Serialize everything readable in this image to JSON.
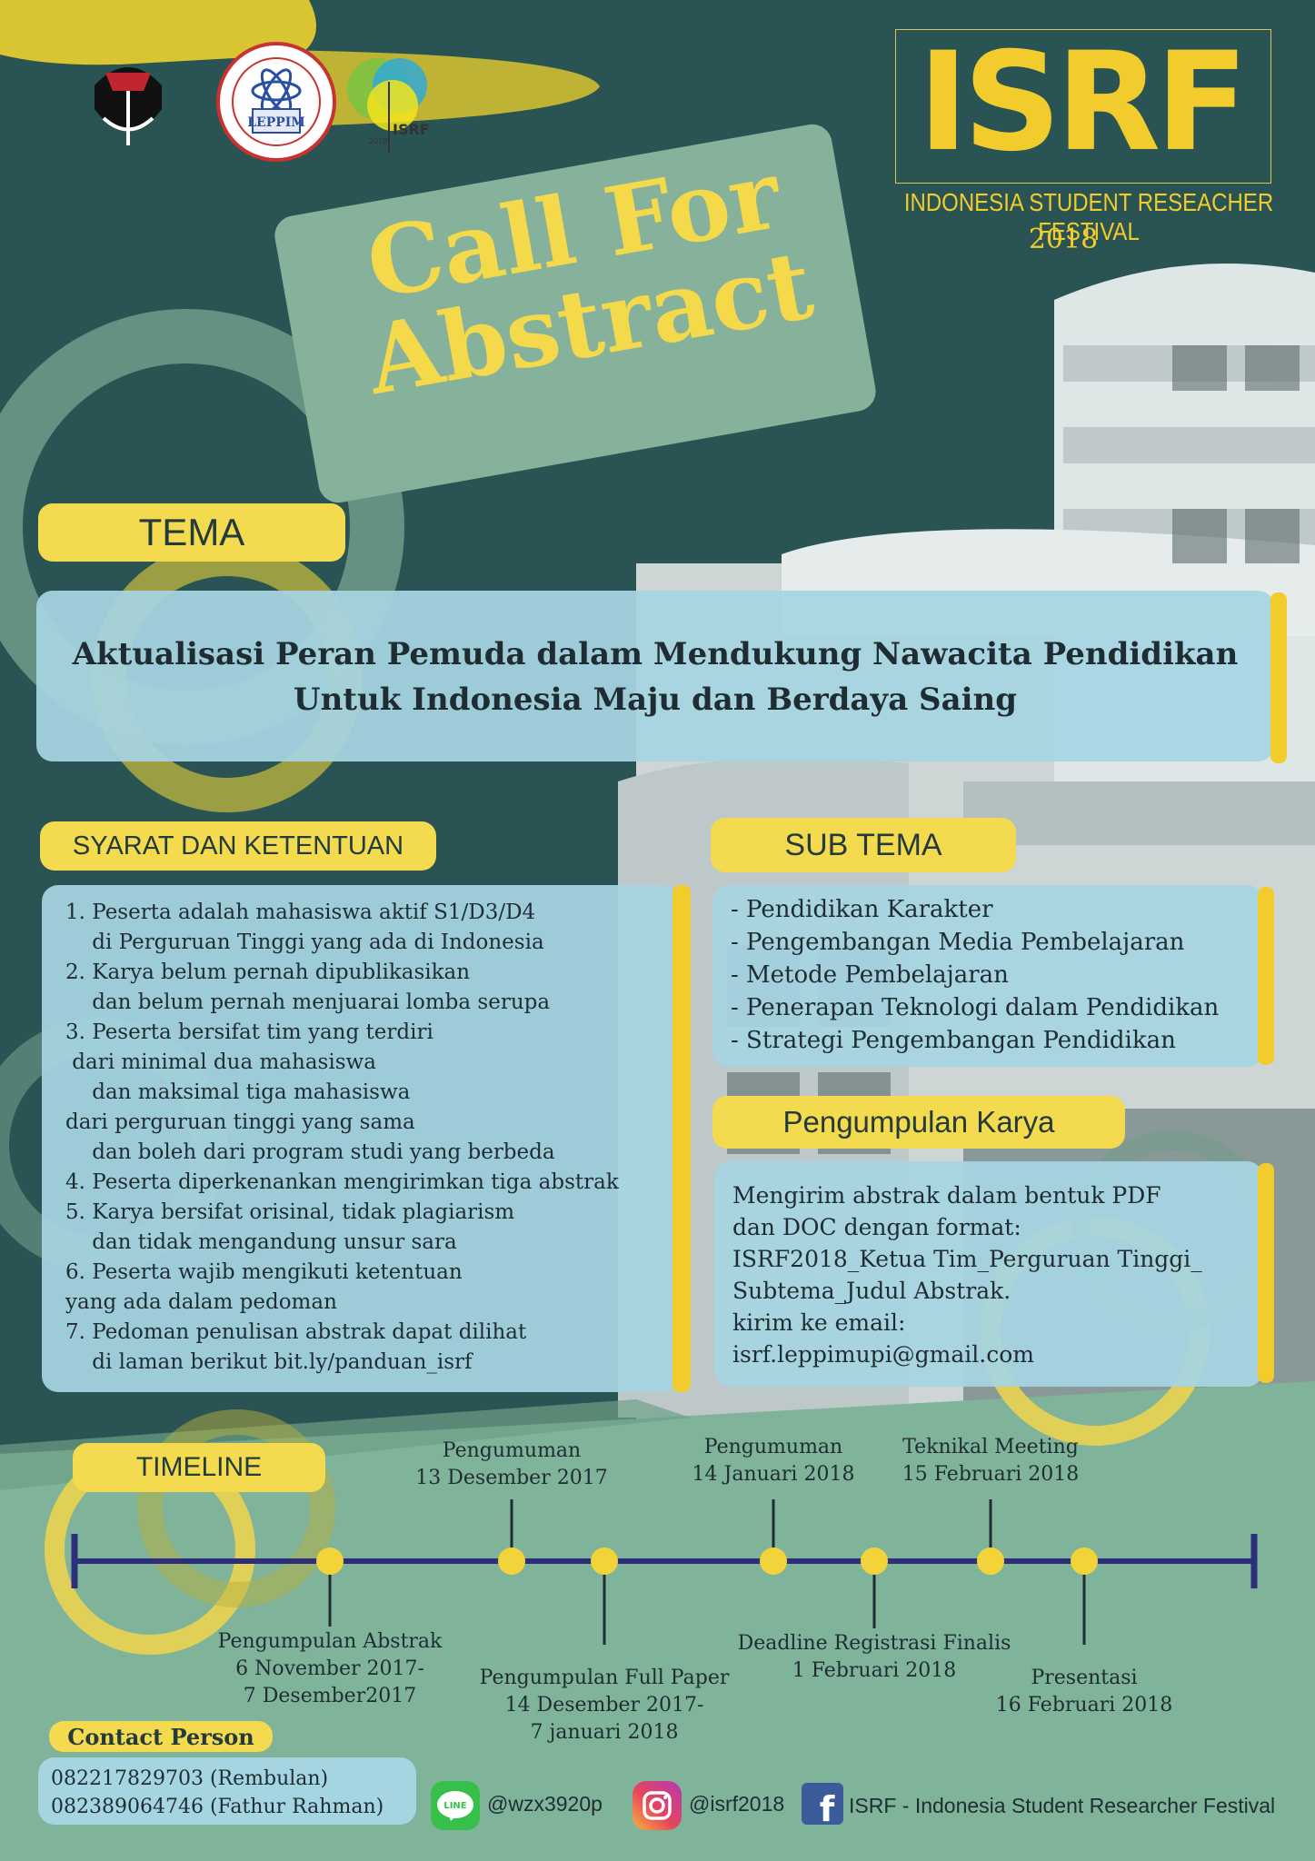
{
  "brand": {
    "letters": "ISRF",
    "subtitle": "INDONESIA STUDENT RESEACHER FESTIVAL",
    "year": "2018"
  },
  "logos": {
    "logo1": "university-logo",
    "logo2_text": "LEPPIM",
    "logo3_text": "ISRF",
    "logo3_year": "2018"
  },
  "call_for_abstract": {
    "line1": "Call For",
    "line2": "Abstract"
  },
  "tema": {
    "label": "TEMA",
    "line1": "Aktualisasi Peran Pemuda dalam Mendukung Nawacita Pendidikan",
    "line2": "Untuk Indonesia Maju dan Berdaya Saing"
  },
  "syarat": {
    "label": "SYARAT DAN KETENTUAN",
    "lines": [
      "1. Peserta adalah mahasiswa aktif S1/D3/D4",
      "    di Perguruan Tinggi yang ada di Indonesia",
      "2. Karya belum pernah dipublikasikan",
      "    dan belum pernah menjuarai lomba serupa",
      "3. Peserta bersifat tim yang terdiri",
      " dari minimal dua mahasiswa",
      "    dan maksimal tiga mahasiswa",
      "dari perguruan tinggi yang sama",
      "    dan boleh dari program studi yang berbeda",
      "4. Peserta diperkenankan mengirimkan tiga abstrak",
      "5. Karya bersifat orisinal, tidak plagiarism",
      "    dan tidak mengandung unsur sara",
      "6. Peserta wajib mengikuti ketentuan",
      "yang ada dalam pedoman",
      "7. Pedoman penulisan abstrak dapat dilihat",
      "    di laman berikut bit.ly/panduan_isrf"
    ]
  },
  "sub_tema": {
    "label": "SUB TEMA",
    "items": [
      "- Pendidikan Karakter",
      "- Pengembangan Media Pembelajaran",
      "- Metode Pembelajaran",
      "- Penerapan Teknologi dalam Pendidikan",
      "- Strategi Pengembangan Pendidikan"
    ]
  },
  "pengumpulan": {
    "label": "Pengumpulan Karya",
    "lines": [
      "Mengirim abstrak dalam bentuk PDF",
      "dan DOC dengan format:",
      "ISRF2018_Ketua Tim_Perguruan Tinggi_",
      "Subtema_Judul Abstrak.",
      "kirim ke email:",
      "isrf.leppimupi@gmail.com"
    ]
  },
  "timeline": {
    "label": "TIMELINE",
    "above": [
      {
        "title": "Pengumuman",
        "date": "13 Desember 2017"
      },
      {
        "title": "Pengumuman",
        "date": "14 Januari 2018"
      },
      {
        "title": "Teknikal Meeting",
        "date": "15 Februari 2018"
      }
    ],
    "below": [
      {
        "title": "Pengumpulan Abstrak",
        "date": "6 November 2017-",
        "date2": "7 Desember2017"
      },
      {
        "title": "Pengumpulan Full Paper",
        "date": "14 Desember 2017-",
        "date2": "7 januari 2018"
      },
      {
        "title": "Deadline Registrasi Finalis",
        "date": "1 Februari 2018"
      },
      {
        "title": "Presentasi",
        "date": "16 Februari 2018"
      }
    ]
  },
  "contact": {
    "label": "Contact Person",
    "lines": [
      "082217829703 (Rembulan)",
      "082389064746 (Fathur Rahman)"
    ]
  },
  "social": {
    "line_id": "@wzx3920p",
    "line_icon_text": "LINE",
    "instagram": "@isrf2018",
    "facebook": "ISRF - Indonesia Student Researcher Festival",
    "fb_icon_text": "f"
  },
  "colors": {
    "background": "#2a5353",
    "accent_yellow": "#f2cc2c",
    "panel_blue": "#a6d5e2",
    "sage_green": "#86b29b"
  }
}
